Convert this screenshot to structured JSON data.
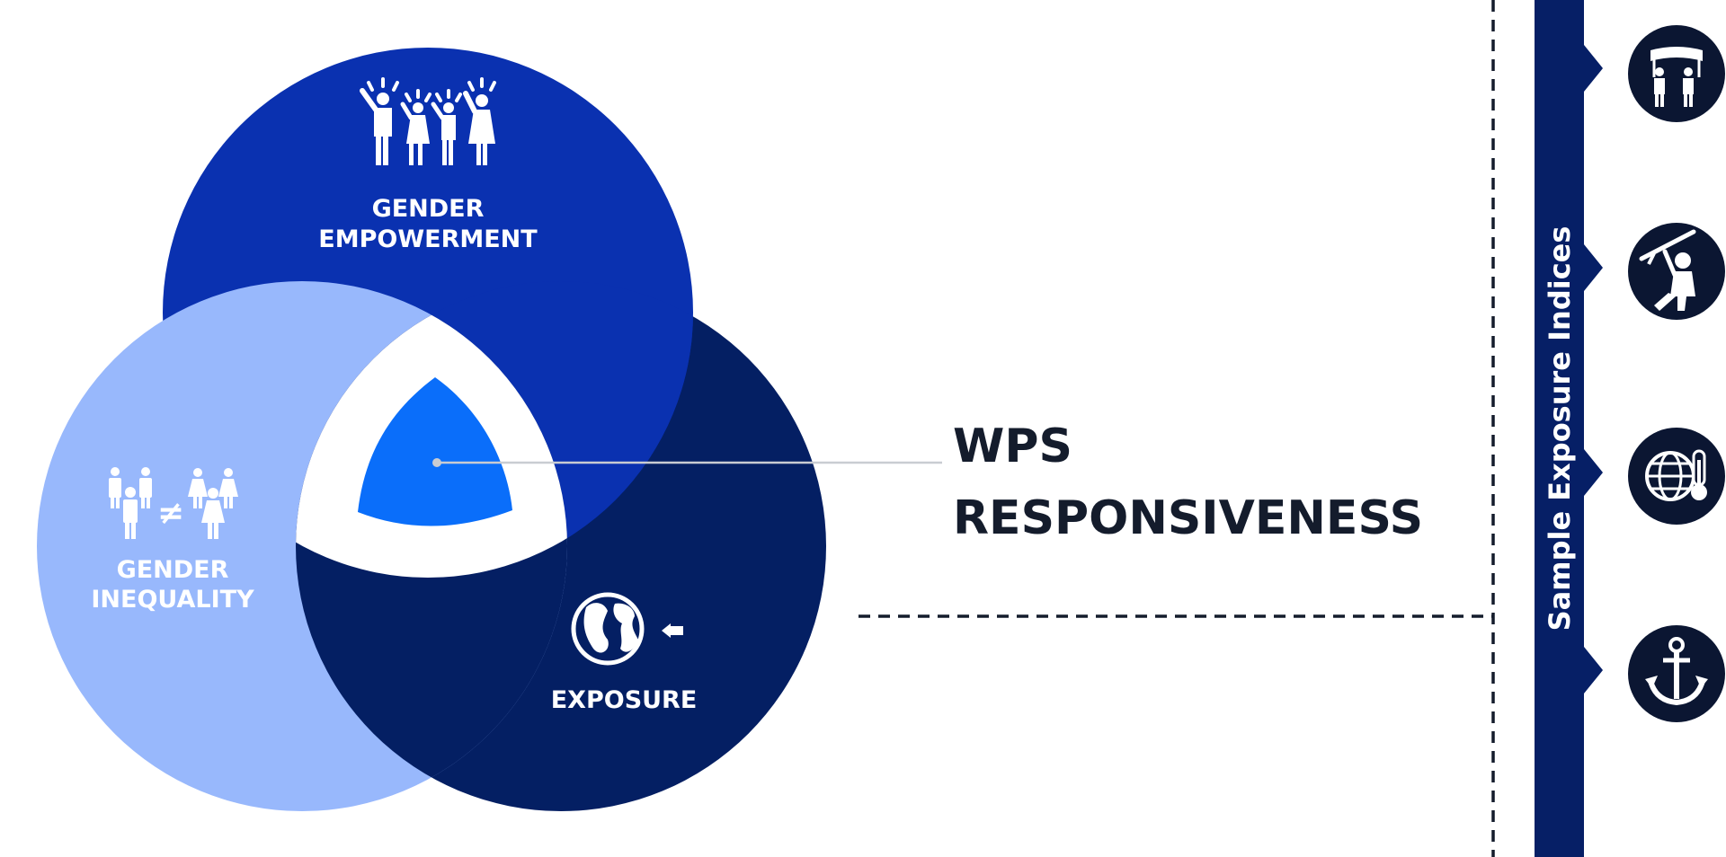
{
  "diagram": {
    "circles": [
      {
        "label_lines": [
          "GENDER",
          "EMPOWERMENT"
        ],
        "icon": "protest-crowd-icon",
        "color": "#0a31b0"
      },
      {
        "label_lines": [
          "GENDER",
          "INEQUALITY"
        ],
        "icon": "gender-inequality-icon",
        "color": "#98b8fc"
      },
      {
        "label_lines": [
          "EXPOSURE"
        ],
        "icon": "globe-exposure-icon",
        "color": "#041f63"
      }
    ],
    "intersection": {
      "white_color": "#ffffff",
      "center_color": "#0a6efa"
    },
    "callout": {
      "lines": [
        "WPS",
        "RESPONSIVENESS"
      ],
      "text_color": "#141c2c"
    }
  },
  "sidebar": {
    "title": "Sample Exposure Indices",
    "bar_color": "#061f66",
    "icons": [
      "protest-icon",
      "armed-conflict-icon",
      "climate-globe-icon",
      "anchor-icon"
    ]
  }
}
